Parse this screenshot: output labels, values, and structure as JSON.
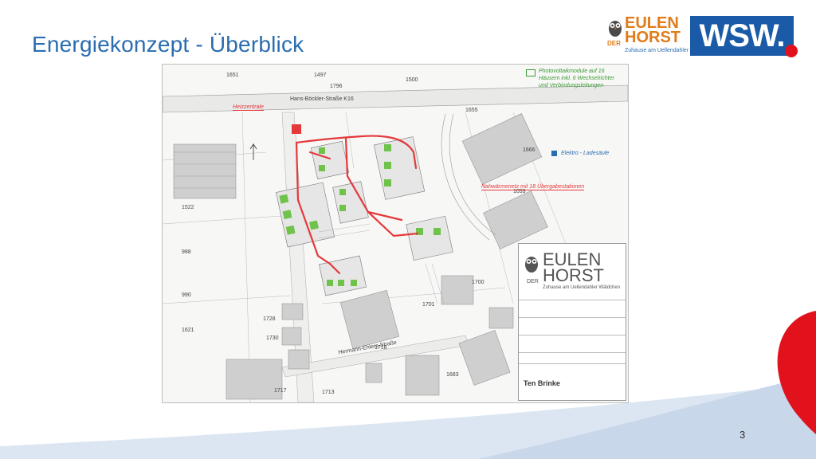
{
  "slide": {
    "title": "Energiekonzept - Überblick",
    "page_number": "3"
  },
  "logos": {
    "eulenhorst": {
      "der": "DER",
      "line1": "EULEN",
      "line2": "HORST",
      "tagline": "Zuhause am Uellendahler Wäldchen"
    },
    "wsw": {
      "text": "WSW."
    }
  },
  "plan": {
    "street_top": "Hans-Böckler-Straße K16",
    "street_bottom": "Hermann-Ehlers-Straße",
    "notes": {
      "heizzentrale": "Heizzentrale",
      "pv": "Photovoltaikmodule auf 16 Häusern inkl. 6 Wechselrichter und Verbindungsleitungen",
      "elektro": "Elektro - Ladesäule",
      "nahwaerme": "Nahwärmenetz mit 18 Übergabestationen"
    },
    "parcel_numbers": [
      "1651",
      "1497",
      "1796",
      "1500",
      "1522",
      "988",
      "990",
      "1621",
      "1728",
      "1730",
      "1701",
      "1700",
      "1718",
      "1717",
      "1713",
      "1683",
      "1053",
      "1666",
      "1655"
    ],
    "title_block": {
      "der": "DER",
      "line1": "EULEN",
      "line2": "HORST",
      "tagline": "Zuhause am Uellendahler Wäldchen",
      "company": "Ten Brinke"
    }
  },
  "colors": {
    "title": "#2a6db0",
    "accent_orange": "#e07c1a",
    "wsw_blue": "#1a5aa6",
    "wsw_red": "#e2121d",
    "network": "#e5383b",
    "pv_green": "#6fc24a"
  }
}
